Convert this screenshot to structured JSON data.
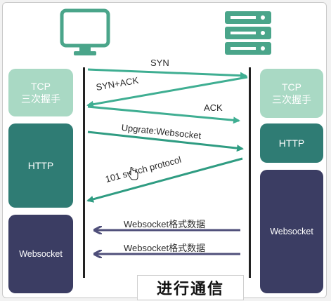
{
  "client": {
    "icon": "monitor-icon",
    "blocks": [
      {
        "id": "tcp",
        "label": "TCP\n三次握手"
      },
      {
        "id": "http",
        "label": "HTTP"
      },
      {
        "id": "ws",
        "label": "Websocket"
      }
    ]
  },
  "server": {
    "icon": "server-icon",
    "blocks": [
      {
        "id": "tcp",
        "label": "TCP\n三次握手"
      },
      {
        "id": "http",
        "label": "HTTP"
      },
      {
        "id": "ws",
        "label": "Websocket"
      }
    ]
  },
  "messages": [
    {
      "label": "SYN",
      "direction": "to-server",
      "color": "#3fae92"
    },
    {
      "label": "SYN+ACK",
      "direction": "to-client",
      "color": "#3fae92"
    },
    {
      "label": "ACK",
      "direction": "to-server",
      "color": "#3fae92"
    },
    {
      "label": "Upgrate:Websocket",
      "direction": "to-server",
      "color": "#2f9c82"
    },
    {
      "label": "101 switch protocol",
      "direction": "to-client",
      "color": "#2f9c82"
    },
    {
      "label": "Websocket格式数据",
      "direction": "to-client",
      "color": "#4f4f7a"
    },
    {
      "label": "Websocket格式数据",
      "direction": "to-client",
      "color": "#4f4f7a"
    }
  ],
  "caption": "进行通信",
  "colors": {
    "tcp": "#a9d9c4",
    "http": "#2f7c74",
    "websocket": "#3b3d63",
    "icon": "#4aa58a"
  }
}
